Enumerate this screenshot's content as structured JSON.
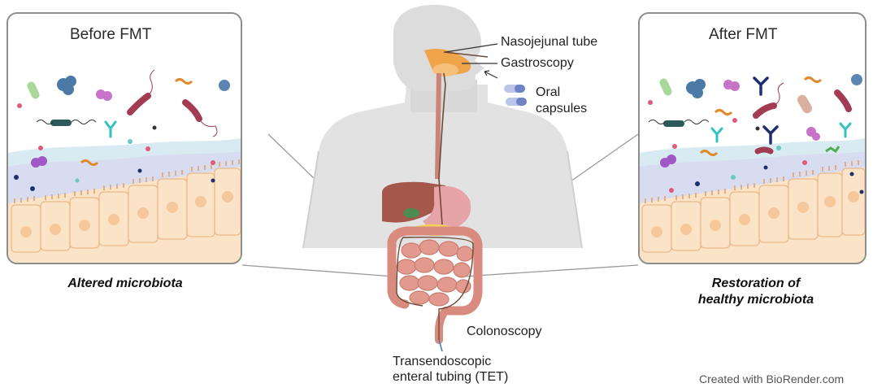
{
  "panels": {
    "before": {
      "title": "Before FMT",
      "caption": "Altered microbiota"
    },
    "after": {
      "title": "After FMT",
      "caption_line1": "Restoration of",
      "caption_line2": "healthy microbiota"
    }
  },
  "routes": {
    "nasojejunal": "Nasojejunal tube",
    "gastroscopy": "Gastroscopy",
    "oral_line1": "Oral",
    "oral_line2": "capsules",
    "colonoscopy": "Colonoscopy",
    "tet_line1": "Transendoscopic",
    "tet_line2": "enteral tubing (TET)"
  },
  "credit": "Created with BioRender.com",
  "colors": {
    "body_skin": "#e2e2e2",
    "mucus": "#cfe3ee",
    "epithelium": "#fbe3c8",
    "nucleus": "#f6c79a",
    "intestine": "#d98b7f",
    "liver": "#a4574a",
    "tube": "#6b4a3a"
  },
  "icons": [
    "bacteria-icon",
    "antibody-icon",
    "capsule-icon"
  ]
}
